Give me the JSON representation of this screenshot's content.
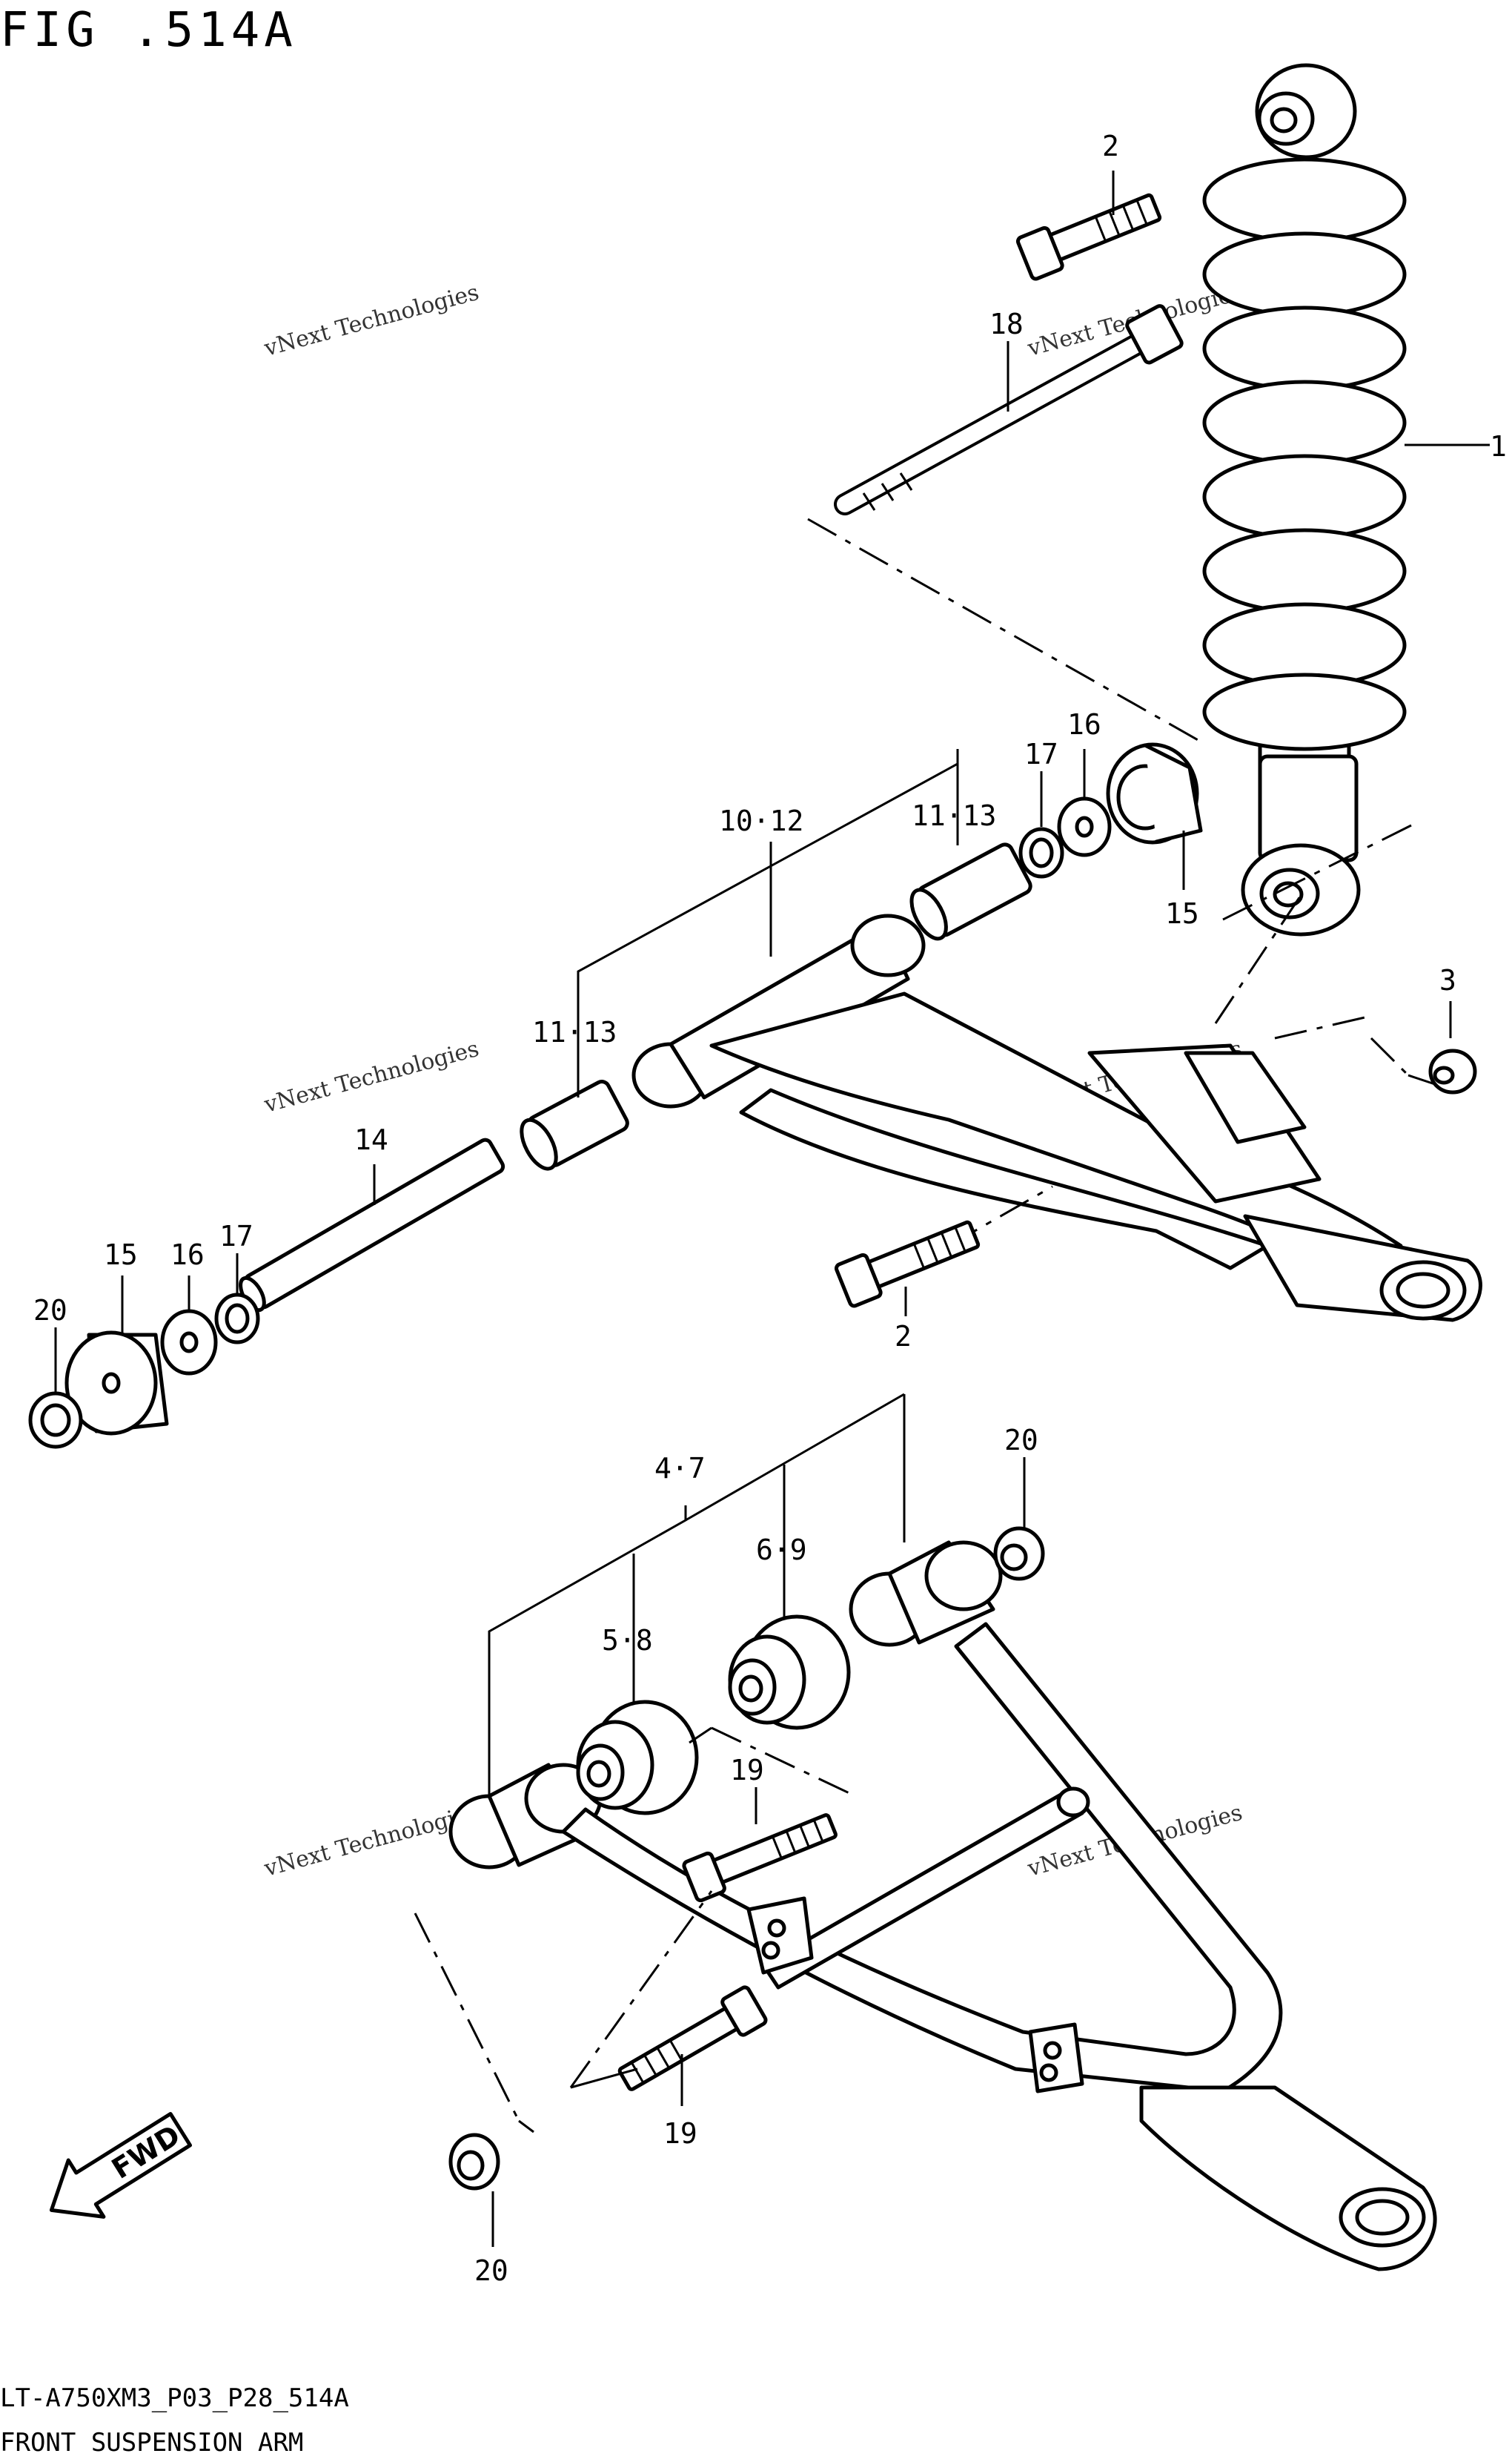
{
  "header": {
    "title": "FIG .514A"
  },
  "footer": {
    "model_code": "LT-A750XM3_P03_P28_514A",
    "caption": "FRONT SUSPENSION ARM"
  },
  "watermark": {
    "line1": "vNext Technologies",
    "line2": "vNext\nTechnologies"
  },
  "fwd_arrow": {
    "label": "FWD",
    "icon": "fwd-arrow-icon"
  },
  "callouts": [
    {
      "id": "c1",
      "text": "1"
    },
    {
      "id": "c2a",
      "text": "2"
    },
    {
      "id": "c2b",
      "text": "2"
    },
    {
      "id": "c3",
      "text": "3"
    },
    {
      "id": "c4",
      "text": "4·7"
    },
    {
      "id": "c5",
      "text": "5·8"
    },
    {
      "id": "c6",
      "text": "6·9"
    },
    {
      "id": "c10",
      "text": "10·12"
    },
    {
      "id": "c11a",
      "text": "11·13"
    },
    {
      "id": "c11b",
      "text": "11·13"
    },
    {
      "id": "c14",
      "text": "14"
    },
    {
      "id": "c15a",
      "text": "15"
    },
    {
      "id": "c15b",
      "text": "15"
    },
    {
      "id": "c16a",
      "text": "16"
    },
    {
      "id": "c16b",
      "text": "16"
    },
    {
      "id": "c17a",
      "text": "17"
    },
    {
      "id": "c17b",
      "text": "17"
    },
    {
      "id": "c18",
      "text": "18"
    },
    {
      "id": "c19a",
      "text": "19"
    },
    {
      "id": "c19b",
      "text": "19"
    },
    {
      "id": "c20a",
      "text": "20"
    },
    {
      "id": "c20b",
      "text": "20"
    },
    {
      "id": "c20c",
      "text": "20"
    }
  ]
}
